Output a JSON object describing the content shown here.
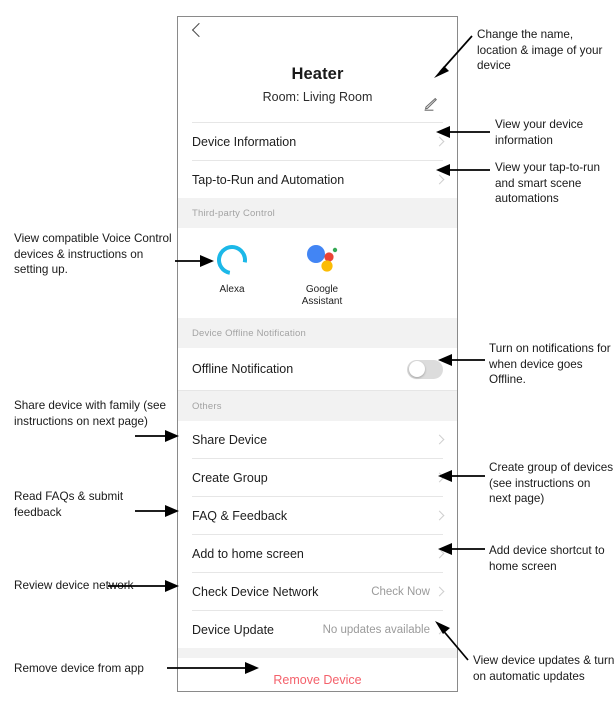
{
  "phone": {
    "back_icon": "chevron-left-icon",
    "device_name": "Heater",
    "device_room": "Room: Living Room",
    "edit_icon": "pencil-icon",
    "rows_top": [
      {
        "label": "Device Information"
      },
      {
        "label": "Tap-to-Run and Automation"
      }
    ],
    "third_party": {
      "header": "Third-party Control",
      "items": [
        {
          "label": "Alexa",
          "icon": "alexa-icon",
          "color": "#1cb8e8"
        },
        {
          "label": "Google\nAssistant",
          "icon": "google-assistant-icon"
        }
      ]
    },
    "offline_section": {
      "header": "Device Offline Notification",
      "row_label": "Offline Notification",
      "toggle_state": "off"
    },
    "others_section": {
      "header": "Others",
      "rows": [
        {
          "label": "Share Device",
          "value": ""
        },
        {
          "label": "Create Group",
          "value": ""
        },
        {
          "label": "FAQ & Feedback",
          "value": ""
        },
        {
          "label": "Add to home screen",
          "value": ""
        },
        {
          "label": "Check Device Network",
          "value": "Check Now"
        },
        {
          "label": "Device Update",
          "value": "No updates available"
        }
      ]
    },
    "remove_device": {
      "label": "Remove Device",
      "color": "#f4616b"
    }
  },
  "annotations": {
    "left": [
      {
        "text": "View compatible Voice Control devices & instructions on setting up."
      },
      {
        "text": "Share device with family (see instructions on next page)"
      },
      {
        "text": "Read FAQs & submit feedback"
      },
      {
        "text": "Review device network"
      },
      {
        "text": "Remove device from app"
      }
    ],
    "right": [
      {
        "text": "Change the name, location & image of your device"
      },
      {
        "text": "View your device information"
      },
      {
        "text": "View your tap-to-run and smart scene automations"
      },
      {
        "text": "Turn on notifications for when device goes Offline."
      },
      {
        "text": "Create group of devices (see instructions on next page)"
      },
      {
        "text": "Add device shortcut to home screen"
      },
      {
        "text": "View device updates & turn on automatic updates"
      }
    ]
  }
}
